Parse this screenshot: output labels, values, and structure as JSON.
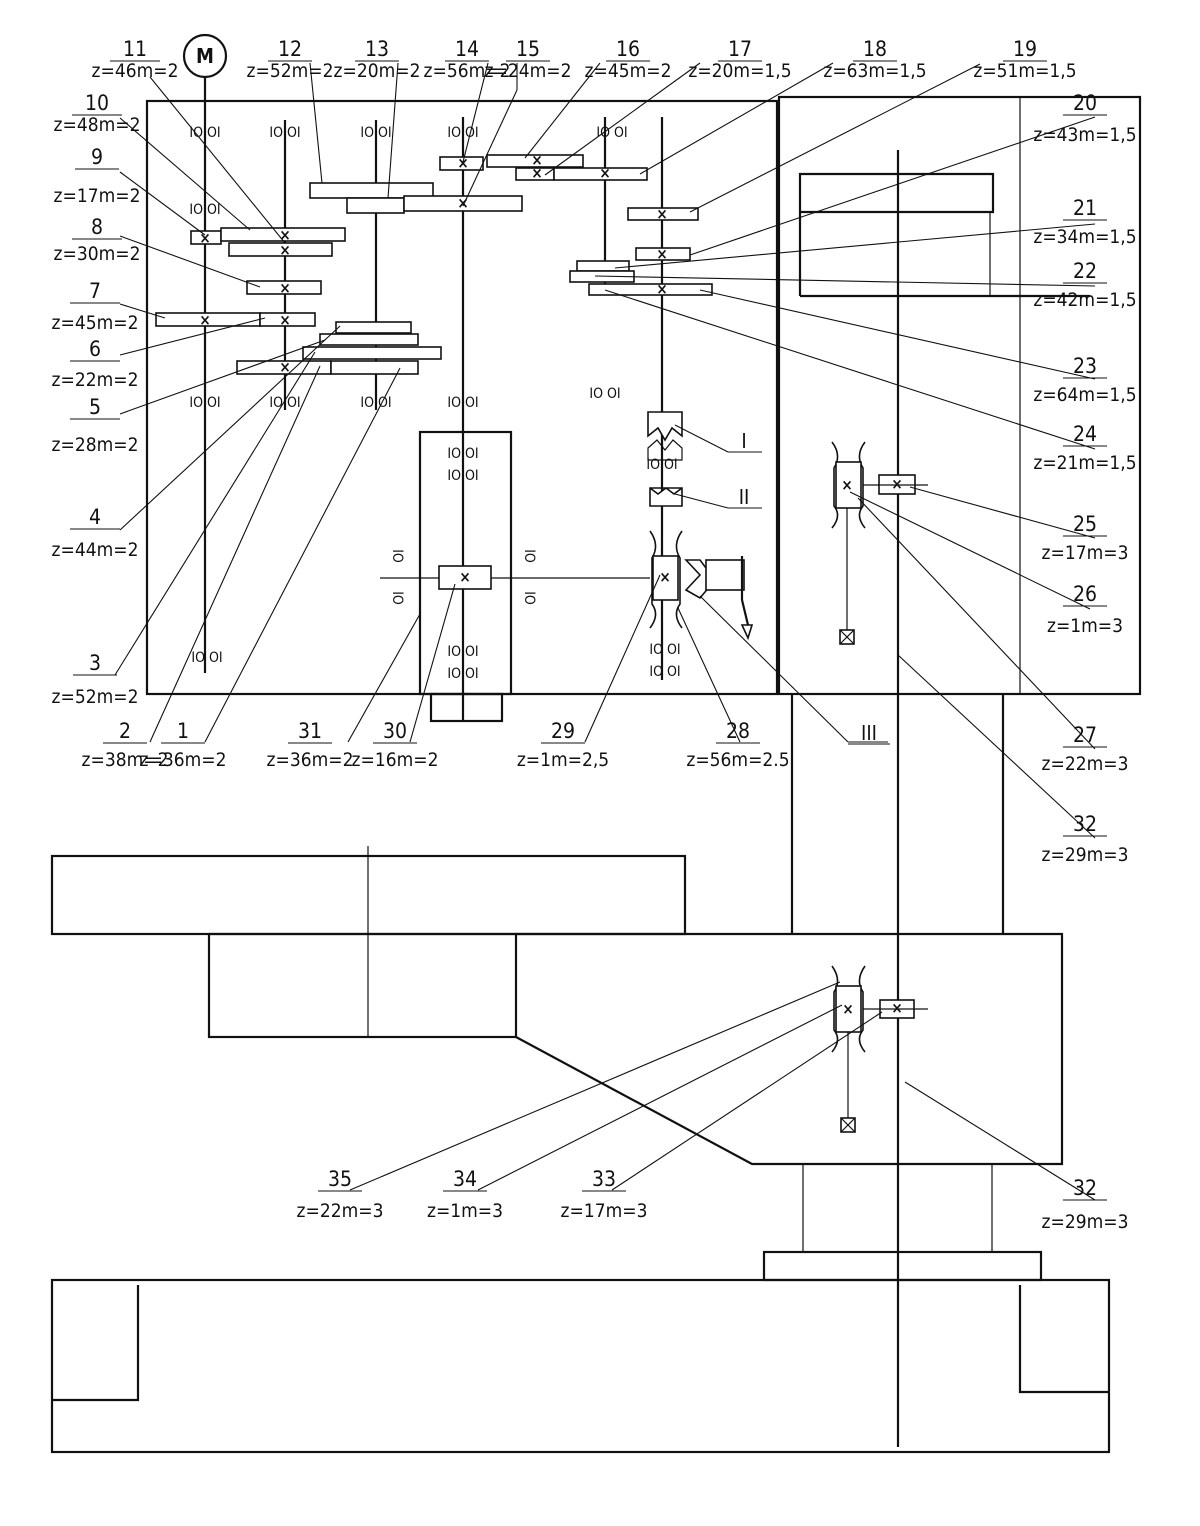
{
  "motor": {
    "label": "M"
  },
  "bearing_mark": "IO OI",
  "bearing_mark_vertical": "IO",
  "gears": [
    {
      "num": "11",
      "spec": "z=46m=2"
    },
    {
      "num": "10",
      "spec": "z=48m=2"
    },
    {
      "num": "9",
      "spec": "z=17m=2"
    },
    {
      "num": "8",
      "spec": "z=30m=2"
    },
    {
      "num": "7",
      "spec": "z=45m=2"
    },
    {
      "num": "6",
      "spec": "z=22m=2"
    },
    {
      "num": "5",
      "spec": "z=28m=2"
    },
    {
      "num": "4",
      "spec": "z=44m=2"
    },
    {
      "num": "3",
      "spec": "z=52m=2"
    },
    {
      "num": "2",
      "spec": "z=38m=2"
    },
    {
      "num": "1",
      "spec": "z=36m=2"
    },
    {
      "num": "12",
      "spec": "z=52m=2"
    },
    {
      "num": "13",
      "spec": "z=20m=2"
    },
    {
      "num": "14",
      "spec": "z=56m=2"
    },
    {
      "num": "15",
      "spec": "z=24m=2"
    },
    {
      "num": "16",
      "spec": "z=45m=2"
    },
    {
      "num": "17",
      "spec": "z=20m=1,5"
    },
    {
      "num": "18",
      "spec": "z=63m=1,5"
    },
    {
      "num": "19",
      "spec": "z=51m=1,5"
    },
    {
      "num": "20",
      "spec": "z=43m=1,5"
    },
    {
      "num": "21",
      "spec": "z=34m=1,5"
    },
    {
      "num": "22",
      "spec": "z=42m=1,5"
    },
    {
      "num": "23",
      "spec": "z=64m=1,5"
    },
    {
      "num": "24",
      "spec": "z=21m=1,5"
    },
    {
      "num": "25",
      "spec": "z=17m=3"
    },
    {
      "num": "26",
      "spec": "z=1m=3"
    },
    {
      "num": "27",
      "spec": "z=22m=3"
    },
    {
      "num": "32",
      "spec": "z=29m=3"
    },
    {
      "num": "31",
      "spec": "z=36m=2"
    },
    {
      "num": "30",
      "spec": "z=16m=2"
    },
    {
      "num": "29",
      "spec": "z=1m=2,5"
    },
    {
      "num": "28",
      "spec": "z=56m=2.5"
    },
    {
      "num": "35",
      "spec": "z=22m=3"
    },
    {
      "num": "34",
      "spec": "z=1m=3"
    },
    {
      "num": "33",
      "spec": "z=17m=3"
    },
    {
      "num": "32",
      "spec": "z=29m=3"
    }
  ],
  "clutches": [
    {
      "label": "I"
    },
    {
      "label": "II"
    },
    {
      "label": "III"
    }
  ]
}
